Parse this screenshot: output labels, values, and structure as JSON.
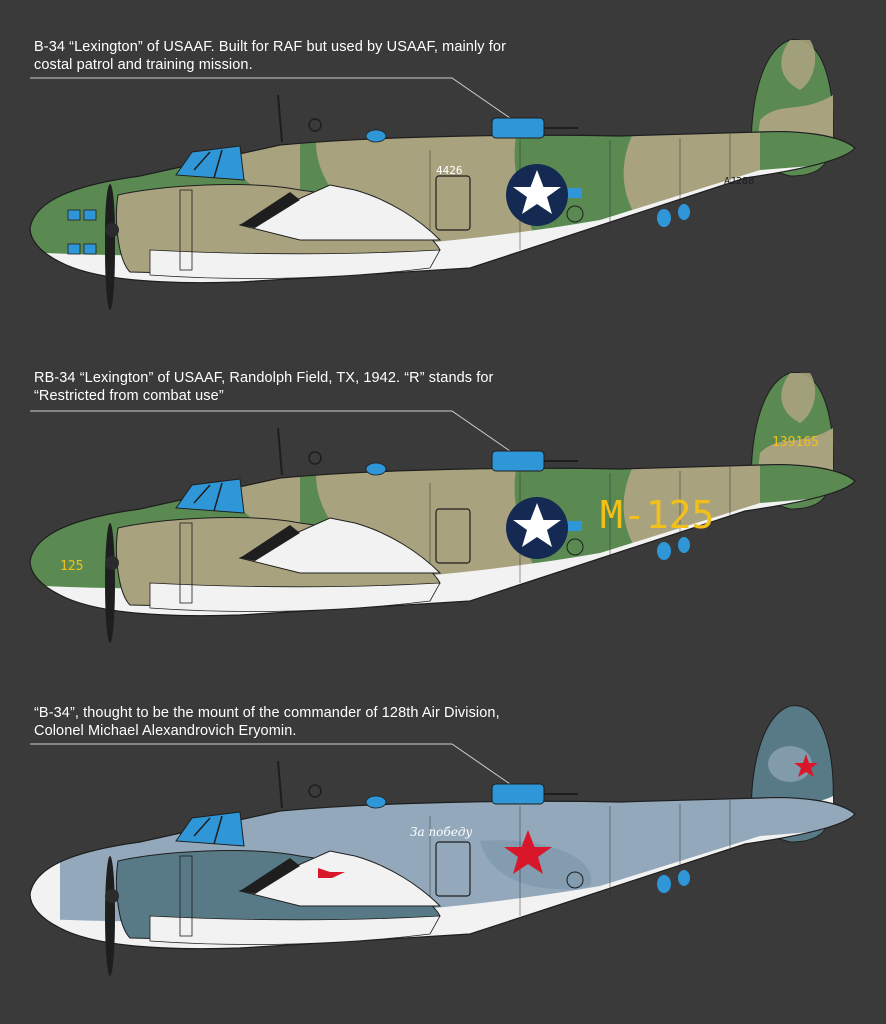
{
  "colors": {
    "background": "#3a3a3a",
    "olive_drab": "#5a8a52",
    "tan": "#a9a27f",
    "underside_white": "#f2f2f2",
    "glass": "#2f97d8",
    "roundel_blue": "#142a52",
    "stencil_yellow": "#f2c018",
    "soviet_grey_light": "#93a9bb",
    "soviet_grey_dark": "#587a86",
    "soviet_red": "#d9172b"
  },
  "aircraft": [
    {
      "caption": [
        "B-34 “Lexington” of USAAF. Built for RAF but used by USAAF, mainly for",
        "costal patrol and training mission."
      ],
      "fuselage_number": "4426",
      "tail_code": "AJ288",
      "scheme": "usaaf-camo",
      "insignia": "us-star"
    },
    {
      "caption": [
        "RB-34 “Lexington” of USAAF, Randolph Field, TX, 1942. “R” stands for",
        "“Restricted from combat use”"
      ],
      "side_code": "M-125",
      "nose_code": "125",
      "tail_code": "139165",
      "scheme": "usaaf-camo",
      "insignia": "us-star"
    },
    {
      "caption": [
        "“B-34”, thought to be the mount of the commander of 128th Air Division,",
        "Colonel Michael Alexandrovich Eryomin."
      ],
      "slogan": "За победу",
      "scheme": "soviet-grey",
      "insignia": "red-star"
    }
  ]
}
